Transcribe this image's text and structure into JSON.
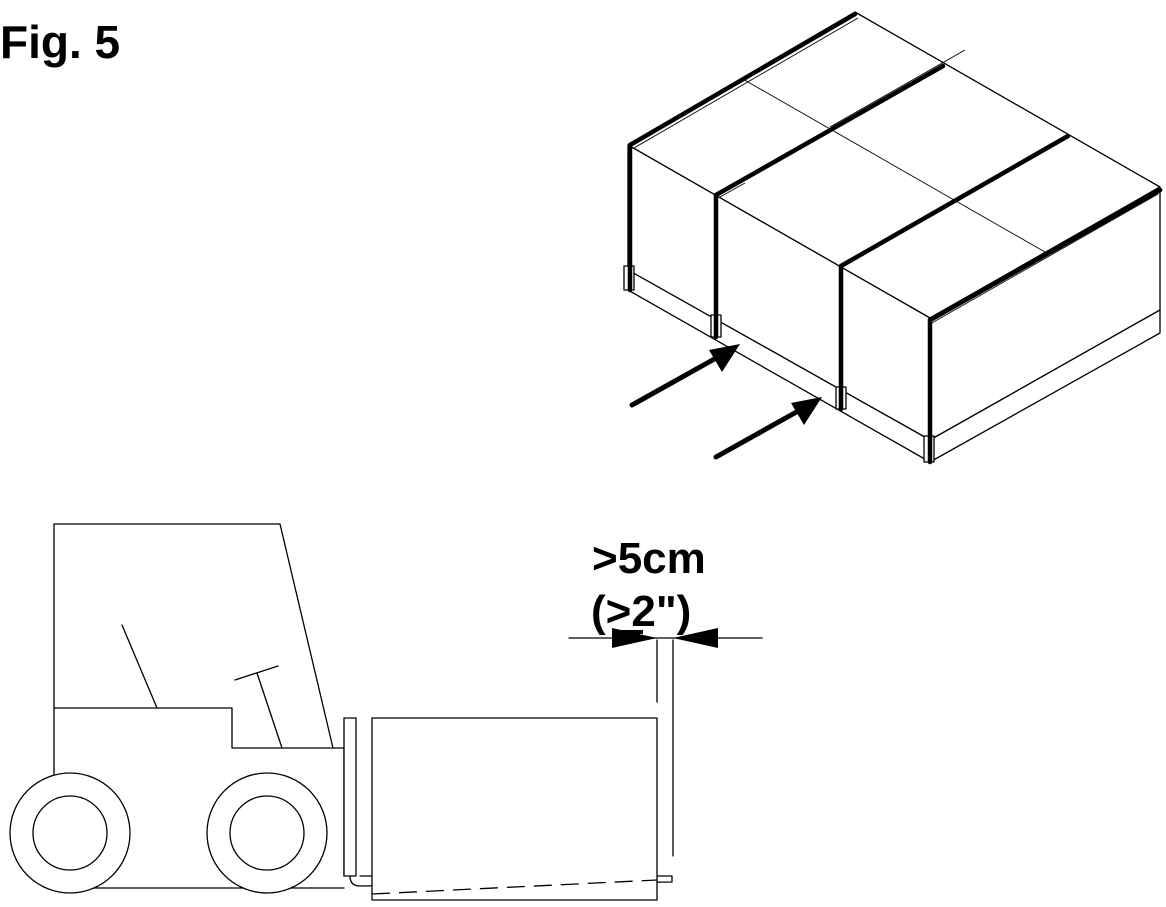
{
  "figure": {
    "title": "Fig. 5"
  },
  "dimension": {
    "metric": ">5cm",
    "imperial": "(>2\")"
  },
  "colors": {
    "ink": "#000000",
    "paper": "#ffffff"
  }
}
